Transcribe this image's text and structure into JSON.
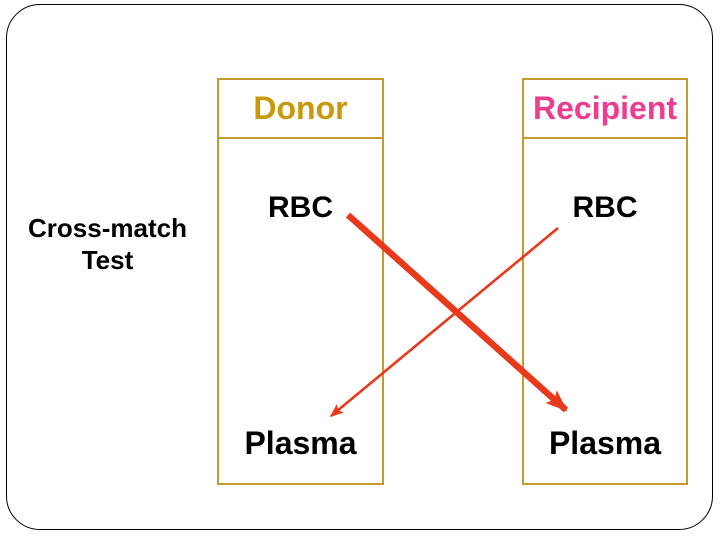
{
  "slide": {
    "title": "Cross-match Test"
  },
  "labels": {
    "test_label": "Cross-match Test"
  },
  "columns": [
    {
      "header": "Donor",
      "header_color": "#C8990B",
      "rows": [
        "RBC",
        "Plasma"
      ]
    },
    {
      "header": "Recipient",
      "header_color": "#EE3D8F",
      "rows": [
        "RBC",
        "Plasma"
      ]
    }
  ],
  "arrows": [
    {
      "from": "Donor RBC",
      "to": "Recipient Plasma",
      "style": "thick",
      "color": "#E8391A"
    },
    {
      "from": "Recipient RBC",
      "to": "Donor Plasma",
      "style": "thin",
      "color": "#E8391A"
    }
  ],
  "colors": {
    "box_border": "#C49B2D",
    "donor_text": "#C8990B",
    "recipient_text": "#EE3D8F",
    "arrow": "#E8391A",
    "body_text": "#000000",
    "slide_border": "#000000"
  }
}
